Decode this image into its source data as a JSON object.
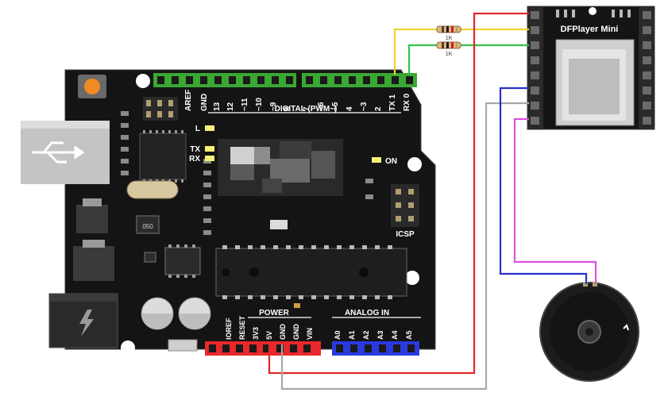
{
  "board": {
    "digital_label": "DIGITAL (PWM~)",
    "aref": "AREF",
    "gnd": "GND",
    "digital_pins": [
      "13",
      "12",
      "~11",
      "~10",
      "~9",
      "8",
      "7",
      "~6",
      "~5",
      "4",
      "~3",
      "2",
      "TX 1",
      "RX 0"
    ],
    "led_l": "L",
    "led_tx": "TX",
    "led_rx": "RX",
    "on_label": "ON",
    "icsp_label": "ICSP",
    "chip_code": "050",
    "power_label": "POWER",
    "analog_label": "ANALOG IN",
    "power_pins": [
      "IOREF",
      "RESET",
      "3V3",
      "5V",
      "GND",
      "GND",
      "VIN"
    ],
    "analog_pins": [
      "A0",
      "A1",
      "A2",
      "A3",
      "A4",
      "A5"
    ]
  },
  "module": {
    "title": "DFPlayer Mini"
  },
  "resistors": [
    {
      "label": "1K"
    },
    {
      "label": "1K"
    }
  ],
  "colors": {
    "board": "#141414",
    "header_green": "#3aa832",
    "header_red": "#e8282d",
    "header_blue": "#2a3ae0",
    "wire_yellow": "#f2d22c",
    "wire_green": "#35c14a",
    "wire_red": "#e0282c",
    "wire_blue": "#2830c8",
    "wire_gray": "#a8a8a8",
    "wire_magenta": "#e050e0"
  }
}
